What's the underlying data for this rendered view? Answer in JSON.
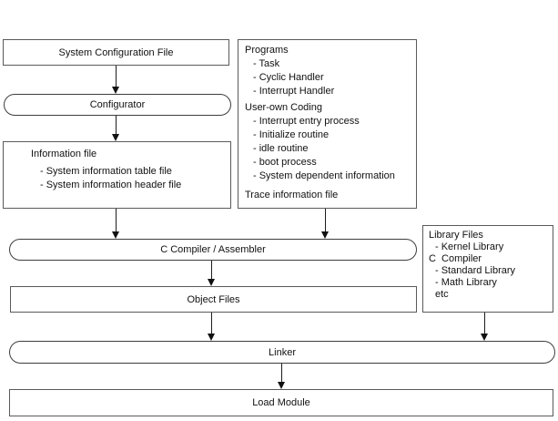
{
  "diagram": {
    "colors": {
      "background": "#ffffff",
      "box_border": "#5a5a5a",
      "stadium_border": "#3d3d3d",
      "text": "#111111",
      "arrow": "#1c1c1c"
    },
    "nodes": {
      "system_configuration_file": {
        "shape": "rect",
        "label": "System Configuration File"
      },
      "configurator": {
        "shape": "stadium",
        "label": "Configurator"
      },
      "information_file": {
        "shape": "rect",
        "title": "Information file",
        "items": [
          "- System information table file",
          "- System information header file"
        ]
      },
      "programs": {
        "shape": "rect",
        "sections": [
          {
            "title": "Programs",
            "items": [
              "- Task",
              "- Cyclic Handler",
              "- Interrupt Handler"
            ]
          },
          {
            "title": "User-own Coding",
            "items": [
              "- Interrupt entry process",
              "- Initialize routine",
              "- idle routine",
              "- boot process",
              "- System dependent information"
            ]
          },
          {
            "title": "Trace information file",
            "items": []
          }
        ]
      },
      "c_compiler_assembler": {
        "shape": "stadium",
        "label": "C Compiler / Assembler"
      },
      "object_files": {
        "shape": "rect",
        "label": "Object Files"
      },
      "library_files": {
        "shape": "rect",
        "lines": [
          {
            "text": "Library Files",
            "indent": 0
          },
          {
            "text": "- Kernel Library",
            "indent": 1
          },
          {
            "text": "C  Compiler",
            "indent": 0
          },
          {
            "text": "- Standard Library",
            "indent": 1
          },
          {
            "text": "- Math Library",
            "indent": 1
          },
          {
            "text": "etc",
            "indent": 1
          }
        ]
      },
      "linker": {
        "shape": "stadium",
        "label": "Linker"
      },
      "load_module": {
        "shape": "rect",
        "label": "Load Module"
      }
    },
    "edges": [
      {
        "from": "system_configuration_file",
        "to": "configurator"
      },
      {
        "from": "configurator",
        "to": "information_file"
      },
      {
        "from": "information_file",
        "to": "c_compiler_assembler"
      },
      {
        "from": "programs",
        "to": "c_compiler_assembler"
      },
      {
        "from": "c_compiler_assembler",
        "to": "object_files"
      },
      {
        "from": "object_files",
        "to": "linker"
      },
      {
        "from": "library_files",
        "to": "linker"
      },
      {
        "from": "linker",
        "to": "load_module"
      }
    ]
  }
}
